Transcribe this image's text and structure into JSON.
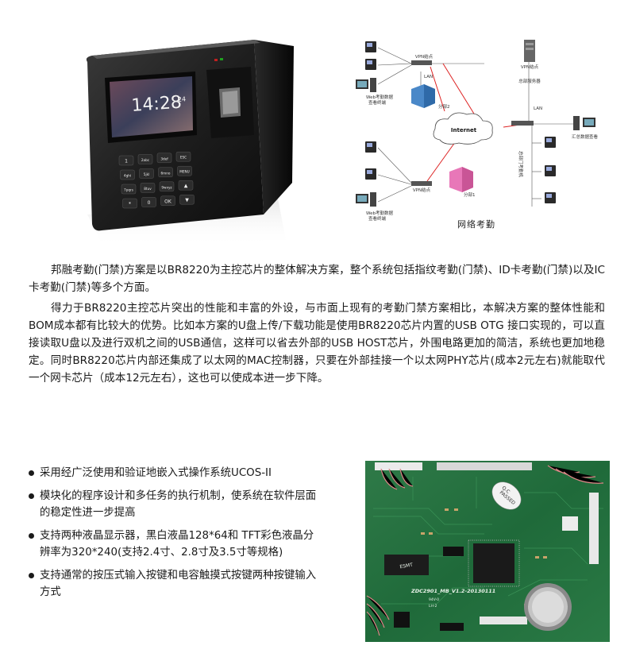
{
  "device_screen": {
    "time": "14:28",
    "time_suffix": "24"
  },
  "keypad": {
    "keys": [
      "1",
      "2abc",
      "3def",
      "ESC",
      "4ghi",
      "5jkl",
      "6mno",
      "MENU",
      "7pqrs",
      "8tuv",
      "9wxyz",
      "▲",
      "*",
      "0",
      "OK",
      "▼"
    ]
  },
  "diagram": {
    "vpn_node_top": "VPN结点",
    "vpn_node_right": "VPN结点",
    "vpn_node_bottom": "VPN结点",
    "lan_top": "LAN",
    "lan_right": "LAN",
    "branch2": "分部2",
    "branch1": "分部1",
    "web_terminal_top_1": "Web考勤数据",
    "web_terminal_top_2": "查看终端",
    "web_terminal_bottom_1": "Web考勤数据",
    "web_terminal_bottom_2": "查看终端",
    "internet": "Internet",
    "hq_server": "总部服务器",
    "summary_query": "汇总数据查看",
    "hq_devices": "总部门考勤机",
    "caption": "网络考勤"
  },
  "paragraphs": {
    "p1": "邦融考勤(门禁)方案是以BR8220为主控芯片的整体解决方案，整个系统包括指纹考勤(门禁)、ID卡考勤(门禁)以及IC卡考勤(门禁)等多个方面。",
    "p2": "得力于BR8220主控芯片突出的性能和丰富的外设，与市面上现有的考勤门禁方案相比，本解决方案的整体性能和BOM成本都有比较大的优势。比如本方案的U盘上传/下载功能是使用BR8220芯片内置的USB OTG 接口实现的，可以直接读取U盘以及进行双机之间的USB通信，这样可以省去外部的USB HOST芯片，外围电路更加的简洁，系统也更加地稳定。同时BR8220芯片内部还集成了以太网的MAC控制器，只要在外部挂接一个以太网PHY芯片(成本2元左右)就能取代一个网卡芯片（成本12元左右），这也可以使成本进一步下降。"
  },
  "bullets": [
    "采用经广泛使用和验证地嵌入式操作系统UCOS-II",
    "模块化的程序设计和多任务的执行机制，使系统在软件层面的稳定性进一步提高",
    "支持两种液晶显示器，黑白液晶128*64和 TFT彩色液晶分辨率为320*240(支持2.4寸、2.8寸及3.5寸等规格)",
    "支持通常的按压式输入按键和电容触摸式按键两种按键输入方式"
  ],
  "pcb": {
    "qc_label": "Q.C",
    "passed_label": "PASSED",
    "chip_brand": "ESMT",
    "board_label": "ZDC2901_MB_V1.2-20130111",
    "small_marks": [
      "94V-0",
      "LH-2"
    ]
  }
}
